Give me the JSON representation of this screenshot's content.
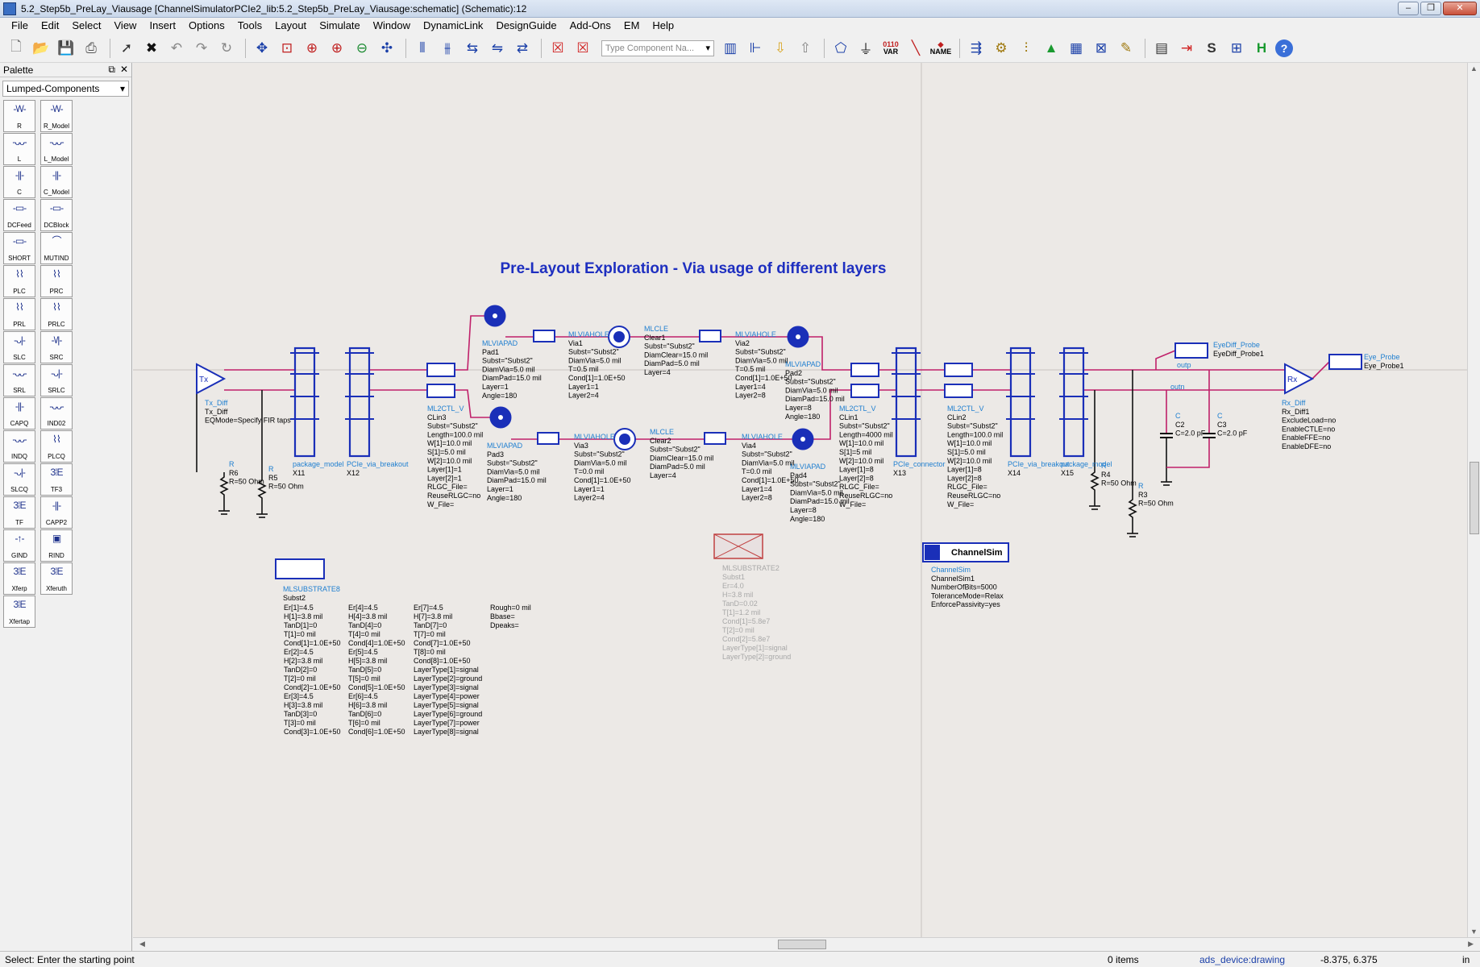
{
  "window": {
    "title": "5.2_Step5b_PreLay_Viausage [ChannelSimulatorPCIe2_lib:5.2_Step5b_PreLay_Viausage:schematic] (Schematic):12",
    "buttons": {
      "minimize": "–",
      "restore": "❐",
      "close": "✕"
    }
  },
  "menus": [
    "File",
    "Edit",
    "Select",
    "View",
    "Insert",
    "Options",
    "Tools",
    "Layout",
    "Simulate",
    "Window",
    "DynamicLink",
    "DesignGuide",
    "Add-Ons",
    "EM",
    "Help"
  ],
  "toolbar": {
    "component_search_placeholder": "Type Component Na...",
    "var_label_top": "0110",
    "var_label": "VAR",
    "name_label": "NAME"
  },
  "palette": {
    "title": "Palette",
    "category": "Lumped-Components",
    "items": [
      {
        "label": "R",
        "sym": "-\\/\\/-"
      },
      {
        "label": "R_Model",
        "sym": "-\\/\\/-"
      },
      {
        "label": "L",
        "sym": "-ᴗᴗ-"
      },
      {
        "label": "L_Model",
        "sym": "-ᴗᴗ-"
      },
      {
        "label": "C",
        "sym": "-||-"
      },
      {
        "label": "C_Model",
        "sym": "-||-"
      },
      {
        "label": "DCFeed",
        "sym": "-▭-"
      },
      {
        "label": "DCBlock",
        "sym": "-▭-"
      },
      {
        "label": "SHORT",
        "sym": "-▭-"
      },
      {
        "label": "MUTIND",
        "sym": "⌒"
      },
      {
        "label": "PLC",
        "sym": "⌇⌇"
      },
      {
        "label": "PRC",
        "sym": "⌇⌇"
      },
      {
        "label": "PRL",
        "sym": "⌇⌇"
      },
      {
        "label": "PRLC",
        "sym": "⌇⌇"
      },
      {
        "label": "SLC",
        "sym": "-ᴗ|-"
      },
      {
        "label": "SRC",
        "sym": "-\\/|-"
      },
      {
        "label": "SRL",
        "sym": "-ᴗᴗ-"
      },
      {
        "label": "SRLC",
        "sym": "-ᴗ|-"
      },
      {
        "label": "CAPQ",
        "sym": "-||-"
      },
      {
        "label": "IND02",
        "sym": "-ᴗᴗ-"
      },
      {
        "label": "INDQ",
        "sym": "-ᴗᴗ-"
      },
      {
        "label": "PLCQ",
        "sym": "⌇⌇"
      },
      {
        "label": "SLCQ",
        "sym": "-ᴗ|-"
      },
      {
        "label": "TF3",
        "sym": "3⁞E"
      },
      {
        "label": "TF",
        "sym": "3⁞E"
      },
      {
        "label": "CAPP2",
        "sym": "-||-"
      },
      {
        "label": "GIND",
        "sym": "-↑-"
      },
      {
        "label": "RIND",
        "sym": "▣"
      },
      {
        "label": "Xferp",
        "sym": "3⁞E"
      },
      {
        "label": "Xferuth",
        "sym": "3⁞E"
      },
      {
        "label": "Xfertap",
        "sym": "3⁞E"
      }
    ]
  },
  "schematic": {
    "title": "Pre-Layout Exploration - Via usage of different layers",
    "tx": {
      "symbol": "Tx",
      "lines": [
        "Tx_Diff",
        "Tx_Diff",
        "EQMode=Specify FIR taps"
      ]
    },
    "rx": {
      "symbol": "Rx",
      "lines": [
        "Rx_Diff",
        "Rx_Diff1",
        "ExcludeLoad=no",
        "EnableCTLE=no",
        "EnableFFE=no",
        "EnableDFE=no"
      ]
    },
    "r6": {
      "lines": [
        "R",
        "R6",
        "R=50 Ohm"
      ]
    },
    "r5": {
      "lines": [
        "R",
        "R5",
        "R=50 Ohm"
      ]
    },
    "r4": {
      "lines": [
        "R",
        "R4",
        "R=50 Ohm"
      ]
    },
    "r3": {
      "lines": [
        "R",
        "R3",
        "R=50 Ohm"
      ]
    },
    "c2": {
      "lines": [
        "C",
        "C2",
        "C=2.0 pF"
      ]
    },
    "c3": {
      "lines": [
        "C",
        "C3",
        "C=2.0 pF"
      ]
    },
    "x11": {
      "lines": [
        "package_model",
        "X11"
      ]
    },
    "x12": {
      "lines": [
        "PCIe_via_breakout",
        "X12"
      ]
    },
    "x13": {
      "lines": [
        "PCIe_connector",
        "X13"
      ]
    },
    "x14": {
      "lines": [
        "PCIe_via_breakout",
        "X14"
      ]
    },
    "x15": {
      "lines": [
        "package_model",
        "X15"
      ]
    },
    "clin3": {
      "lines": [
        "ML2CTL_V",
        "CLin3",
        "Subst=\"Subst2\"",
        "Length=100.0 mil",
        "W[1]=10.0 mil",
        "S[1]=5.0 mil",
        "W[2]=10.0 mil",
        "Layer[1]=1",
        "Layer[2]=1",
        "RLGC_File=",
        "ReuseRLGC=no",
        "W_File="
      ]
    },
    "clin1": {
      "lines": [
        "ML2CTL_V",
        "CLin1",
        "Subst=\"Subst2\"",
        "Length=4000 mil",
        "W[1]=10.0 mil",
        "S[1]=5 mil",
        "W[2]=10.0 mil",
        "Layer[1]=8",
        "Layer[2]=8",
        "RLGC_File=",
        "ReuseRLGC=no",
        "W_File="
      ]
    },
    "clin2": {
      "lines": [
        "ML2CTL_V",
        "CLin2",
        "Subst=\"Subst2\"",
        "Length=100.0 mil",
        "W[1]=10.0 mil",
        "S[1]=5.0 mil",
        "W[2]=10.0 mil",
        "Layer[1]=8",
        "Layer[2]=8",
        "RLGC_File=",
        "ReuseRLGC=no",
        "W_File="
      ]
    },
    "pad1": {
      "lines": [
        "MLVIAPAD",
        "Pad1",
        "Subst=\"Subst2\"",
        "DiamVia=5.0 mil",
        "DiamPad=15.0 mil",
        "Layer=1",
        "Angle=180"
      ]
    },
    "pad2": {
      "lines": [
        "MLVIAPAD",
        "Pad2",
        "Subst=\"Subst2\"",
        "DiamVia=5.0 mil",
        "DiamPad=15.0 mil",
        "Layer=8",
        "Angle=180"
      ]
    },
    "pad3": {
      "lines": [
        "MLVIAPAD",
        "Pad3",
        "Subst=\"Subst2\"",
        "DiamVia=5.0 mil",
        "DiamPad=15.0 mil",
        "Layer=1",
        "Angle=180"
      ]
    },
    "pad4": {
      "lines": [
        "MLVIAPAD",
        "Pad4",
        "Subst=\"Subst2\"",
        "DiamVia=5.0 mil",
        "DiamPad=15.0 mil",
        "Layer=8",
        "Angle=180"
      ]
    },
    "via1": {
      "lines": [
        "MLVIAHOLE",
        "Via1",
        "Subst=\"Subst2\"",
        "DiamVia=5.0 mil",
        "T=0.5 mil",
        "Cond[1]=1.0E+50",
        "Layer1=1",
        "Layer2=4"
      ]
    },
    "via2": {
      "lines": [
        "MLVIAHOLE",
        "Via2",
        "Subst=\"Subst2\"",
        "DiamVia=5.0 mil",
        "T=0.5 mil",
        "Cond[1]=1.0E+50",
        "Layer1=4",
        "Layer2=8"
      ]
    },
    "via3": {
      "lines": [
        "MLVIAHOLE",
        "Via3",
        "Subst=\"Subst2\"",
        "DiamVia=5.0 mil",
        "T=0.0 mil",
        "Cond[1]=1.0E+50",
        "Layer1=1",
        "Layer2=4"
      ]
    },
    "via4": {
      "lines": [
        "MLVIAHOLE",
        "Via4",
        "Subst=\"Subst2\"",
        "DiamVia=5.0 mil",
        "T=0.0 mil",
        "Cond[1]=1.0E+50",
        "Layer1=4",
        "Layer2=8"
      ]
    },
    "clear1": {
      "lines": [
        "MLCLE",
        "Clear1",
        "Subst=\"Subst2\"",
        "DiamClear=15.0 mil",
        "DiamPad=5.0 mil",
        "Layer=4"
      ]
    },
    "clear2": {
      "lines": [
        "MLCLE",
        "Clear2",
        "Subst=\"Subst2\"",
        "DiamClear=15.0 mil",
        "DiamPad=5.0 mil",
        "Layer=4"
      ]
    },
    "eyediff": {
      "lines": [
        "EyeDiff_Probe",
        "EyeDiff_Probe1"
      ]
    },
    "eyeprobe": {
      "lines": [
        "Eye_Probe",
        "Eye_Probe1"
      ]
    },
    "net_outp": "outp",
    "net_outn": "outn",
    "channelsim": {
      "box_label": "ChannelSim",
      "lines": [
        "ChannelSim",
        "ChannelSim1",
        "NumberOfBits=5000",
        "ToleranceMode=Relax",
        "EnforcePassivity=yes"
      ]
    },
    "subst2": {
      "lines": [
        "MLSUBSTRATE8",
        "Subst2"
      ],
      "col1": [
        "Er[1]=4.5",
        "H[1]=3.8 mil",
        "TanD[1]=0",
        "T[1]=0 mil",
        "Cond[1]=1.0E+50",
        "Er[2]=4.5",
        "H[2]=3.8 mil",
        "TanD[2]=0",
        "T[2]=0 mil",
        "Cond[2]=1.0E+50",
        "Er[3]=4.5",
        "H[3]=3.8 mil",
        "TanD[3]=0",
        "T[3]=0 mil",
        "Cond[3]=1.0E+50"
      ],
      "col2": [
        "Er[4]=4.5",
        "H[4]=3.8 mil",
        "TanD[4]=0",
        "T[4]=0 mil",
        "Cond[4]=1.0E+50",
        "Er[5]=4.5",
        "H[5]=3.8 mil",
        "TanD[5]=0",
        "T[5]=0 mil",
        "Cond[5]=1.0E+50",
        "Er[6]=4.5",
        "H[6]=3.8 mil",
        "TanD[6]=0",
        "T[6]=0 mil",
        "Cond[6]=1.0E+50"
      ],
      "col3": [
        "Er[7]=4.5",
        "H[7]=3.8 mil",
        "TanD[7]=0",
        "T[7]=0 mil",
        "Cond[7]=1.0E+50",
        "T[8]=0 mil",
        "Cond[8]=1.0E+50",
        "LayerType[1]=signal",
        "LayerType[2]=ground",
        "LayerType[3]=signal",
        "LayerType[4]=power",
        "LayerType[5]=signal",
        "LayerType[6]=ground",
        "LayerType[7]=power",
        "LayerType[8]=signal"
      ],
      "col4": [
        "Rough=0 mil",
        "Bbase=",
        "Dpeaks="
      ]
    },
    "subst1": {
      "lines": [
        "MLSUBSTRATE2",
        "Subst1",
        "Er=4.0",
        "H=3.8 mil",
        "TanD=0.02",
        "T[1]=1.2 mil",
        "Cond[1]=5.8e7",
        "T[2]=0 mil",
        "Cond[2]=5.8e7",
        "LayerType[1]=signal",
        "LayerType[2]=ground"
      ]
    }
  },
  "colors": {
    "wire": "#c0206a",
    "component": "#1a2fb8",
    "label": "#1f7fd0",
    "param": "#000000",
    "title": "#1e2fc0"
  },
  "status": {
    "prompt": "Select: Enter the starting point",
    "items": "0 items",
    "layer": "ads_device:drawing",
    "coords": "-8.375, 6.375",
    "unit": "in"
  }
}
